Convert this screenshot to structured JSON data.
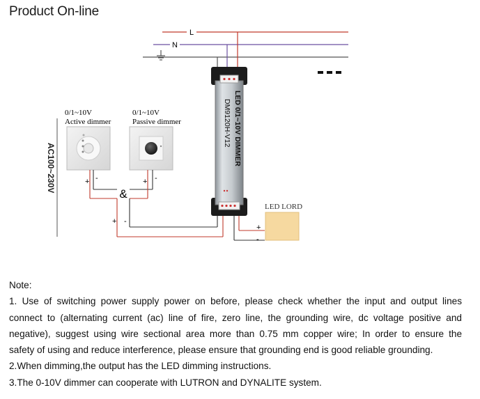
{
  "title": "Product On-line",
  "diagram": {
    "line_l": "L",
    "line_n": "N",
    "ac_label": "AC100~230V",
    "active_dimmer": {
      "line1": "0/1~10V",
      "line2": "Active dimmer"
    },
    "passive_dimmer": {
      "line1": "0/1~10V",
      "line2": "Passive dimmer"
    },
    "and_symbol": "&",
    "device_title": "LED 0/1~10V DIMMER",
    "device_model": "DM9120H-V12",
    "led_label": "LED LORD",
    "plus": "+",
    "minus": "-",
    "colors": {
      "live": "#c0392b",
      "neutral": "#6b4fa0",
      "gnd": "#555555",
      "led": "#f6d9a0"
    }
  },
  "notes": {
    "heading": "Note:",
    "item1_lines": [
      "1. Use of switching power supply power on before, please check whether the input and output lines",
      "connect to (alternating current (ac) line of fire, zero line, the grounding wire, dc voltage positive and",
      "negative), suggest using wire sectional area more than 0.75 mm copper wire; In order to ensure the"
    ],
    "item1_last": "safety of using and reduce interference, please ensure that grounding end is good reliable grounding.",
    "item2": "2.When dimming,the output has the LED dimming instructions.",
    "item3": "3.The 0-10V dimmer can cooperate with LUTRON and DYNALITE system."
  }
}
